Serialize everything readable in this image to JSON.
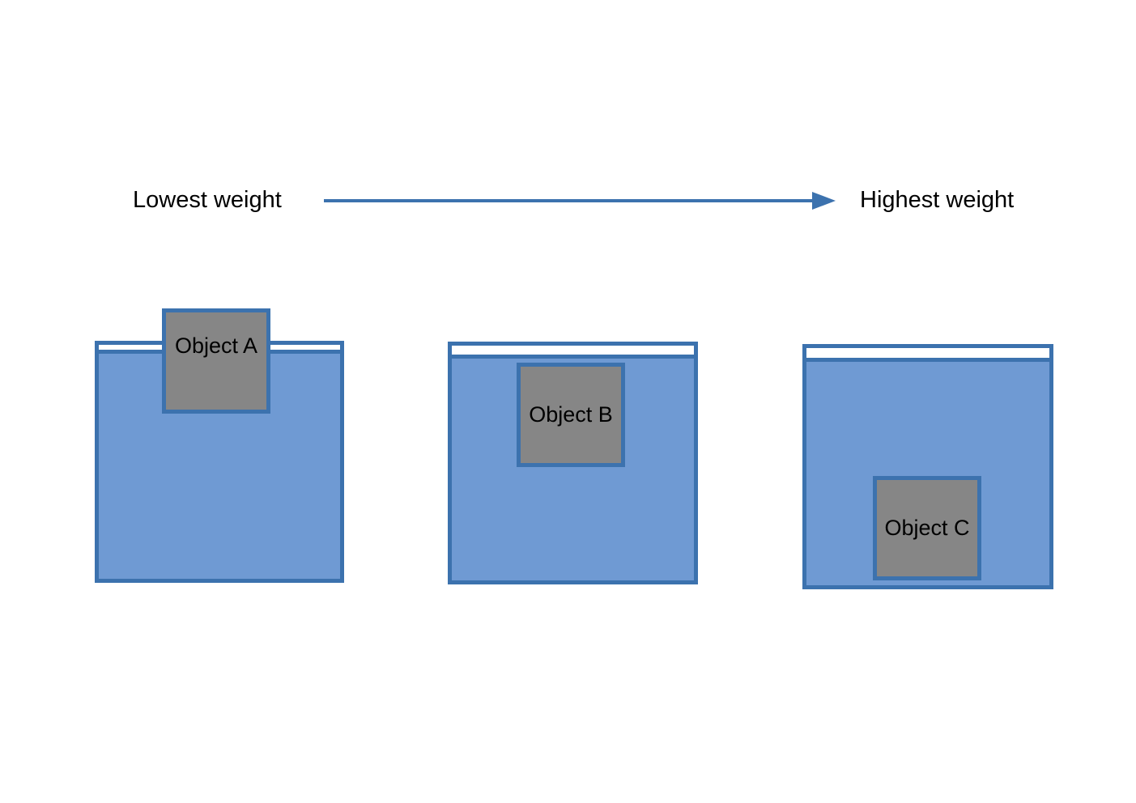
{
  "diagram": {
    "title_alt": "Buoyancy comparison of three objects in water",
    "scale": {
      "left_label": "Lowest weight",
      "right_label": "Highest weight",
      "arrow_direction": "right",
      "arrow_color": "#3c72ae"
    },
    "colors": {
      "water": "#6f9ad3",
      "outline": "#3c72ae",
      "object_fill": "#868686",
      "background": "#ffffff",
      "text": "#000000"
    },
    "beakers": [
      {
        "id": "beaker-1",
        "object_label": "Object A",
        "object_position": "floating-above-waterline",
        "water_level": "high"
      },
      {
        "id": "beaker-2",
        "object_label": "Object B",
        "object_position": "suspended-mid-water",
        "water_level": "high"
      },
      {
        "id": "beaker-3",
        "object_label": "Object C",
        "object_position": "resting-on-bottom",
        "water_level": "high"
      }
    ]
  }
}
